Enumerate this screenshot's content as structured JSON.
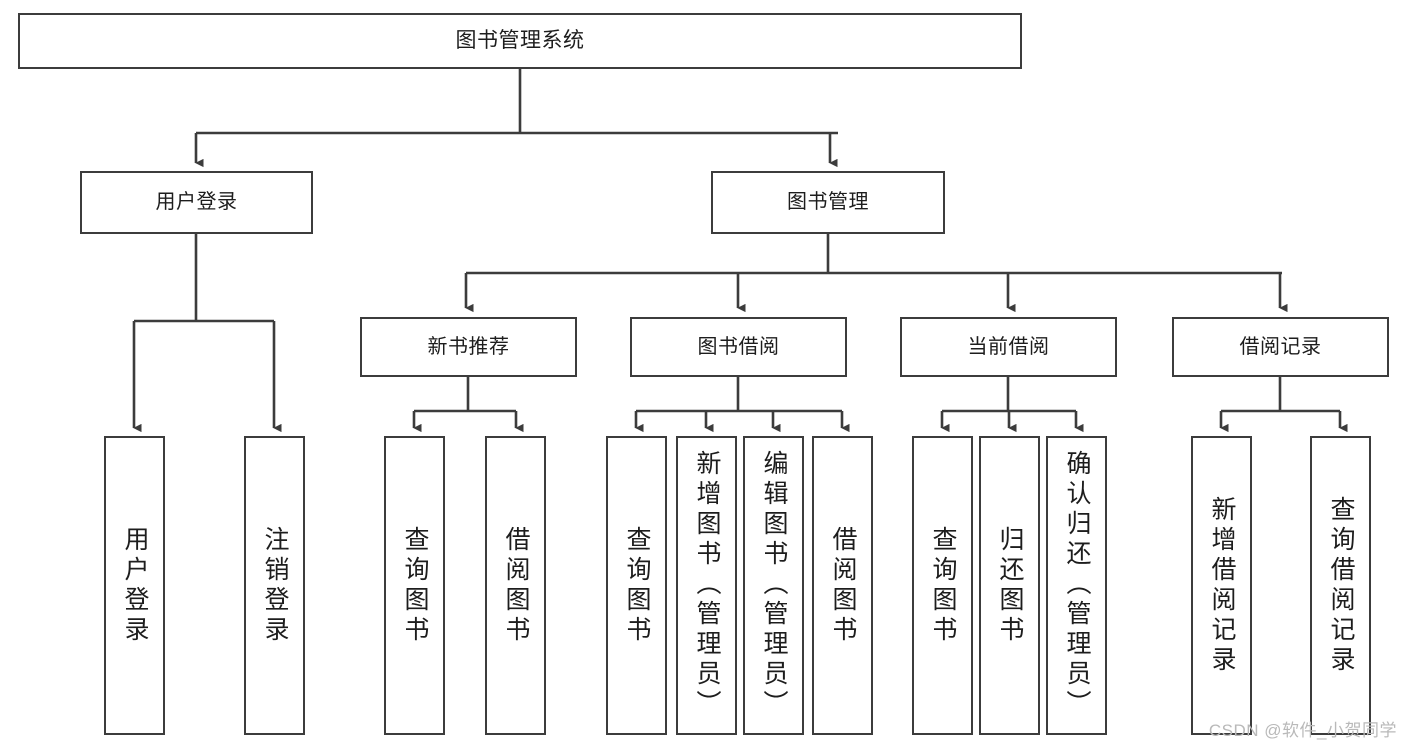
{
  "diagram": {
    "title": "图书管理系统",
    "type": "function-hierarchy-tree",
    "levels": 4,
    "root": {
      "label": "图书管理系统"
    },
    "level2": [
      {
        "label": "用户登录"
      },
      {
        "label": "图书管理"
      }
    ],
    "level3": [
      {
        "label": "新书推荐"
      },
      {
        "label": "图书借阅"
      },
      {
        "label": "当前借阅"
      },
      {
        "label": "借阅记录"
      }
    ],
    "leaves": {
      "user_login": [
        {
          "label": "用户登录"
        },
        {
          "label": "注销登录"
        }
      ],
      "new_book": [
        {
          "label": "查询图书"
        },
        {
          "label": "借阅图书"
        }
      ],
      "book_borrow": [
        {
          "label": "查询图书"
        },
        {
          "label": "新增图书（管理员）"
        },
        {
          "label": "编辑图书（管理员）"
        },
        {
          "label": "借阅图书"
        }
      ],
      "current_borrow": [
        {
          "label": "查询图书"
        },
        {
          "label": "归还图书"
        },
        {
          "label": "确认归还（管理员）"
        }
      ],
      "borrow_record": [
        {
          "label": "新增借阅记录"
        },
        {
          "label": "查询借阅记录"
        }
      ]
    }
  },
  "watermark": {
    "text": "CSDN @软件_小贺同学"
  },
  "colors": {
    "stroke": "#3c3c3c",
    "fill": "#ffffff",
    "text": "#1d1d1d",
    "watermark": "#b9b9b9"
  }
}
